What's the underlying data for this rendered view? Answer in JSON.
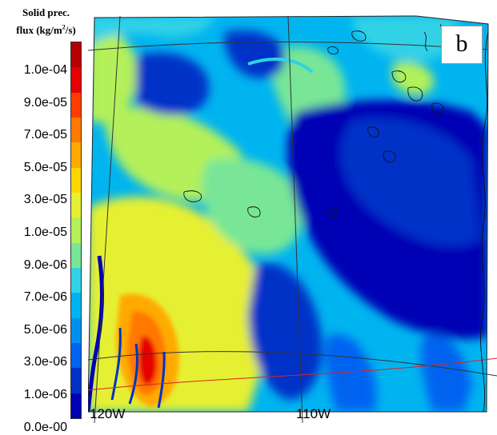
{
  "legend": {
    "title_line1": "Solid prec.",
    "title_line2_prefix": "flux (kg/m",
    "title_line2_sup": "2",
    "title_line2_suffix": "/s)",
    "ticks": [
      "1.0e-04",
      "9.0e-05",
      "7.0e-05",
      "5.0e-05",
      "3.0e-05",
      "1.0e-05",
      "9.0e-06",
      "7.0e-06",
      "5.0e-06",
      "3.0e-06",
      "1.0e-06",
      "0.0e-00"
    ],
    "colors_top_to_bottom": [
      "#b40000",
      "#e60000",
      "#ff3c00",
      "#ff7800",
      "#ffaa00",
      "#ffd700",
      "#e6f032",
      "#b4f05a",
      "#78e696",
      "#32d2e6",
      "#00b4f0",
      "#0090f0",
      "#0064f0",
      "#0032c8",
      "#0000b4"
    ]
  },
  "map": {
    "panel_label": "b",
    "lon_labels": [
      "120W",
      "110W"
    ]
  }
}
